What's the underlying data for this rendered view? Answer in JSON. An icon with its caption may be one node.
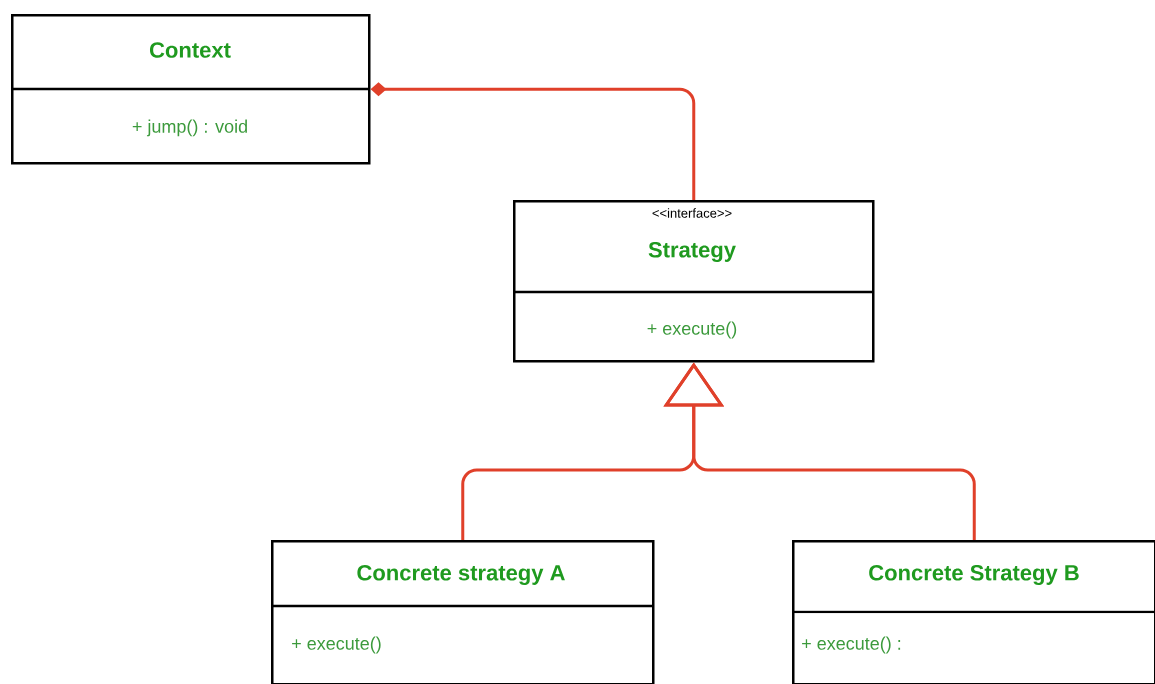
{
  "diagram": {
    "nodes": [
      {
        "text": [
          "Context",
          "+ jump() : void"
        ]
      },
      {
        "text": [
          "<<interface>>",
          "Strategy",
          "+  execute()"
        ]
      },
      {
        "text": [
          "Concrete strategy A",
          "+ execute()"
        ]
      },
      {
        "text": [
          "Concrete Strategy B",
          "+ execute() :"
        ]
      }
    ],
    "edges": [
      {
        "from": 0,
        "to": 1,
        "arrow": "other"
      },
      {
        "from": 2,
        "to": 1,
        "arrow": "to"
      },
      {
        "from": 3,
        "to": 1,
        "arrow": "to"
      }
    ]
  }
}
